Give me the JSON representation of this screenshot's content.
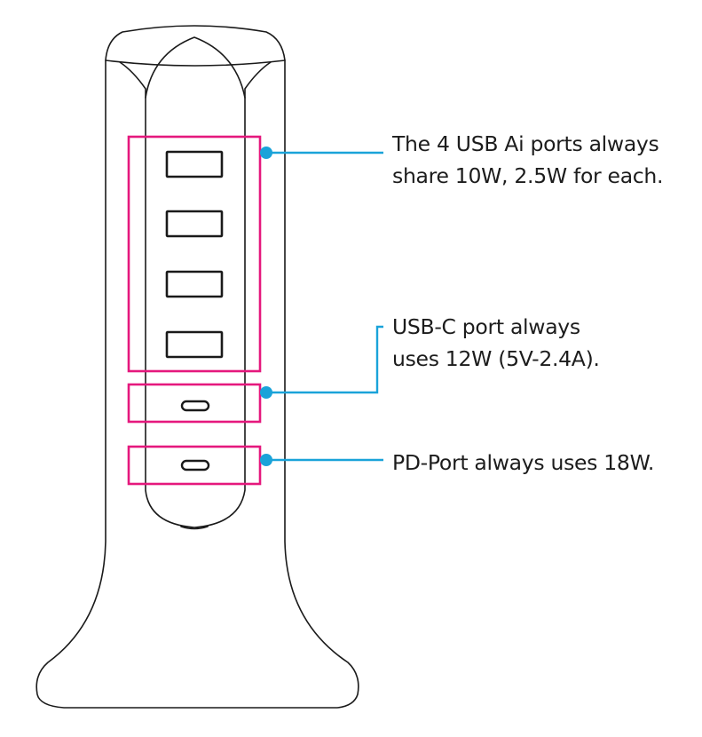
{
  "colors": {
    "outline": "#1a1a1a",
    "highlight_box": "#e5187d",
    "callout_line": "#1aa3d9",
    "background": "#ffffff",
    "text": "#1c1c1c"
  },
  "callouts": {
    "usb_a": {
      "line1": "The 4 USB Ai ports always",
      "line2": "share 10W, 2.5W for each."
    },
    "usb_c": {
      "line1": "USB-C port always",
      "line2": "uses 12W (5V-2.4A)."
    },
    "pd": {
      "line1": "PD-Port always uses 18W."
    }
  },
  "ports": {
    "usb_a_count": 4,
    "usb_c_count": 1,
    "pd_count": 1
  }
}
